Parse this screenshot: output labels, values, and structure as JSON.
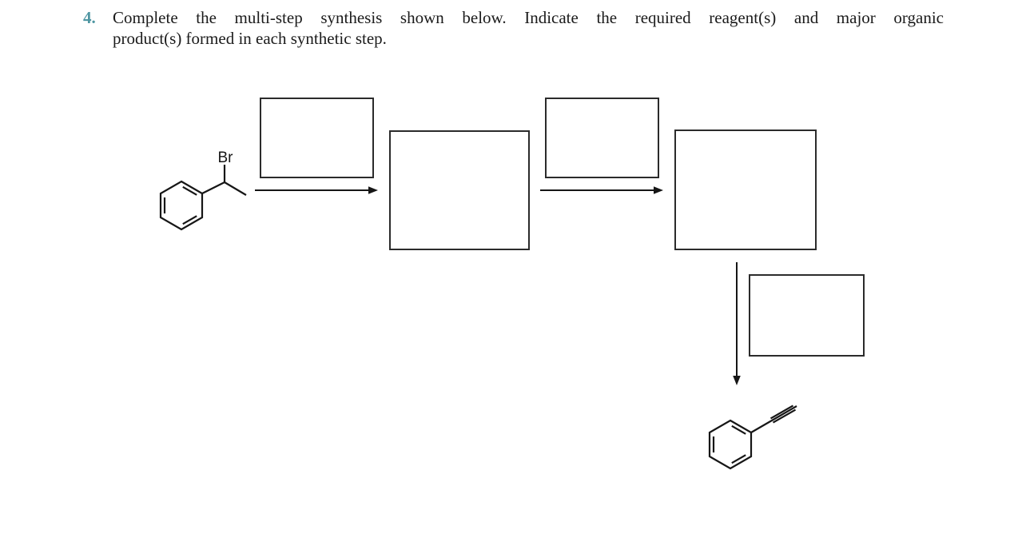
{
  "problem": {
    "number": "4.",
    "statement_line1": "Complete the multi-step synthesis shown below. Indicate the required reagent(s) and major organic",
    "statement_line2": "product(s) formed in each synthetic step."
  },
  "scheme": {
    "starting_material": {
      "name": "(1-bromoethyl)benzene",
      "atom_label": "Br"
    },
    "final_product": {
      "name": "phenylacetylene"
    },
    "answer_boxes": [
      {
        "id": "reagent-box-1",
        "role": "reagent(s) for step 1",
        "content": ""
      },
      {
        "id": "product-box-1",
        "role": "major organic product of step 1",
        "content": ""
      },
      {
        "id": "reagent-box-2",
        "role": "reagent(s) for step 2",
        "content": ""
      },
      {
        "id": "product-box-2",
        "role": "major organic product of step 2",
        "content": ""
      },
      {
        "id": "reagent-box-3",
        "role": "reagent(s) for step 3",
        "content": ""
      }
    ],
    "arrows": [
      {
        "id": "step-1-arrow",
        "direction": "right"
      },
      {
        "id": "step-2-arrow",
        "direction": "right"
      },
      {
        "id": "step-3-arrow",
        "direction": "down"
      }
    ]
  },
  "colors": {
    "background": "#ffffff",
    "text": "#1b1b1b",
    "accent_number": "#4f96a2",
    "line": "#161616",
    "box_border": "#2b2b2b"
  }
}
